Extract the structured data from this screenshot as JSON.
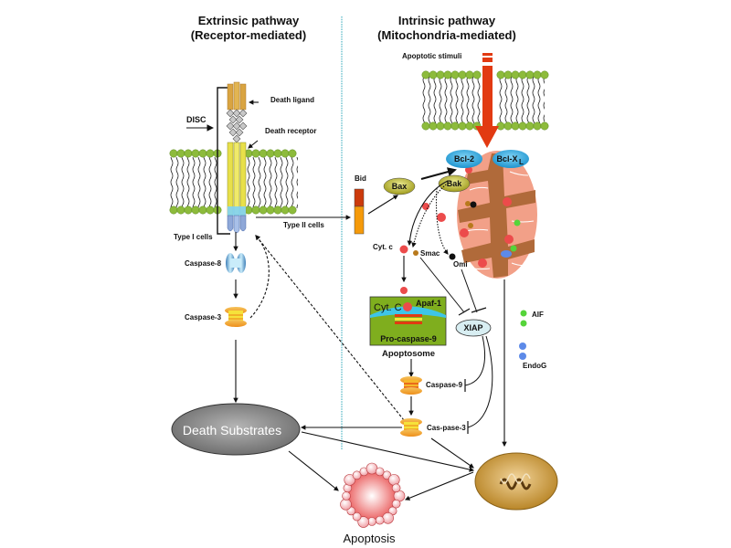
{
  "headers": {
    "extrinsic_title": "Extrinsic pathway",
    "extrinsic_subtitle": "(Receptor-mediated)",
    "intrinsic_title": "Intrinsic pathway",
    "intrinsic_subtitle": "(Mitochondria-mediated)"
  },
  "extrinsic": {
    "death_ligand": "Death ligand",
    "death_receptor": "Death receptor",
    "disc": "DISC",
    "type1_cells": "Type I cells",
    "type2_cells": "Type II cells",
    "caspase8": "Caspase-8",
    "caspase3": "Caspase-3"
  },
  "intrinsic": {
    "apoptotic_stimuli": "Apoptotic stimuli",
    "bid": "Bid",
    "bax": "Bax",
    "bak": "Bak",
    "bcl2": "Bcl-2",
    "bclxl": "Bcl-X",
    "bclxl_sub": "L",
    "cytc": "Cyt. c",
    "smac": "Smac",
    "omi": "Omi",
    "aif": "AIF",
    "endog": "EndoG",
    "xiap": "XIAP",
    "apoptosome_cytc": "Cyt. C",
    "apaf1": "Apaf-1",
    "procaspase9": "Pro-caspase-9",
    "apoptosome": "Apoptosome",
    "caspase9": "Caspase-9",
    "caspase3": "Cas-pase-3"
  },
  "outcomes": {
    "death_substrates": "Death Substrates",
    "apoptosis": "Apoptosis"
  },
  "colors": {
    "membrane_head": "#8dbb3c",
    "ligand": "#d9a441",
    "receptor": "#e8e04a",
    "stimuli_arrow": "#e23a12",
    "bcl": "#2aa6de",
    "bax_bak": "#b8b52a",
    "mito_outer": "#f2a088",
    "mito_inner": "#b06a3a",
    "apoptosome_bg": "#7fae1e",
    "caspase": "#f2a22a",
    "death_substrates": "#8a8a8a",
    "nucleus": "#c8952e",
    "apoptotic_cell": "#e86a6a",
    "cytc_dot": "#ec4b4b",
    "aif_dot": "#55d43a",
    "endog_dot": "#5d8ae8",
    "divider": "#2aa6b8"
  }
}
